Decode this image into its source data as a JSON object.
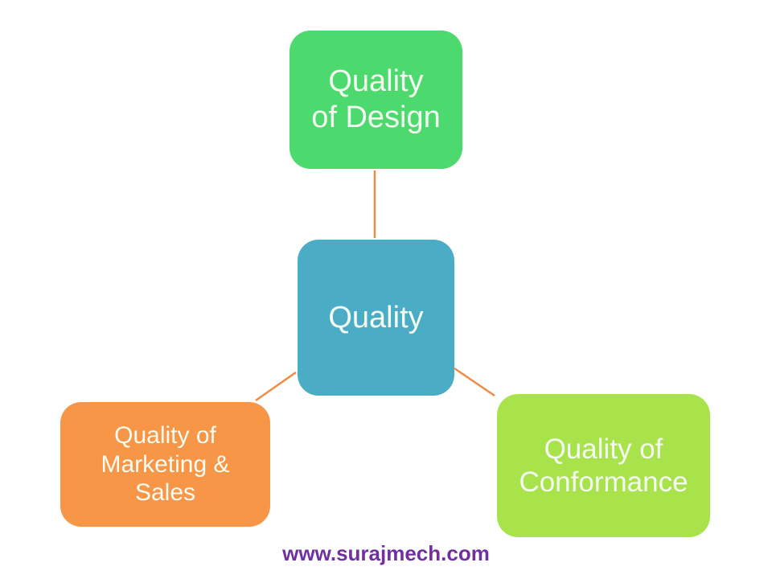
{
  "diagram": {
    "center": {
      "label": "Quality",
      "color": "#4bacc6"
    },
    "nodes": [
      {
        "id": "design",
        "lines": [
          "Quality",
          "of Design"
        ],
        "color": "#4cd96e"
      },
      {
        "id": "marketing",
        "lines": [
          "Quality of",
          "Marketing &",
          "Sales"
        ],
        "color": "#f79646"
      },
      {
        "id": "conformance",
        "lines": [
          "Quality of",
          "Conformance"
        ],
        "color": "#a9e34b"
      }
    ],
    "connector_color": "#ed8b45",
    "text_color": "#f4fbf1"
  },
  "footer": {
    "website": "www.surajmech.com",
    "color": "#7030a0"
  }
}
